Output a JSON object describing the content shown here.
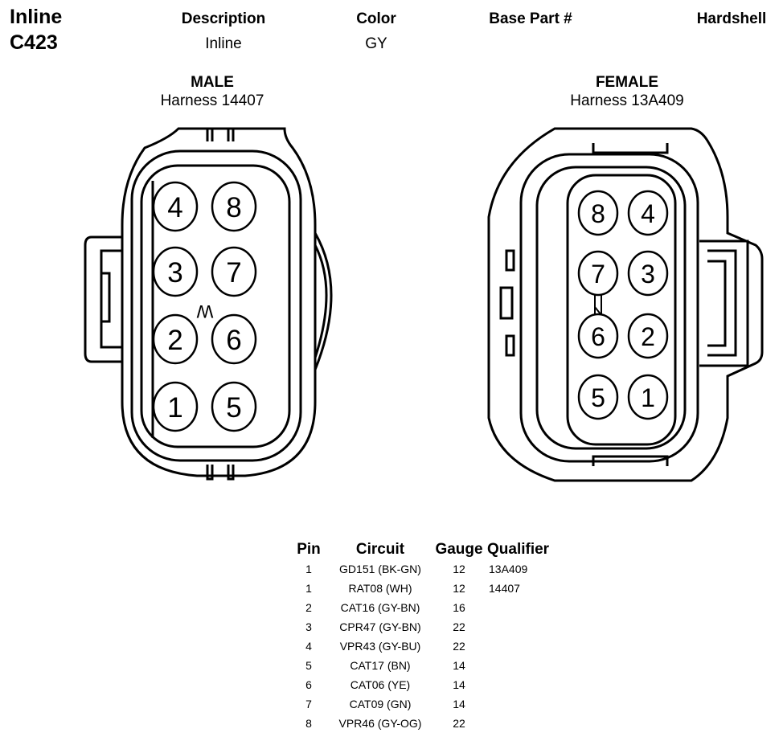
{
  "header": {
    "title_line1": "Inline",
    "title_line2": "C423",
    "description_label": "Description",
    "description_value": "Inline",
    "color_label": "Color",
    "color_value": "GY",
    "base_part_label": "Base Part #",
    "hardshell_label": "Hardshell"
  },
  "male": {
    "title": "MALE",
    "harness": "Harness 14407",
    "marker": "W",
    "pins": [
      {
        "n": "4"
      },
      {
        "n": "8"
      },
      {
        "n": "3"
      },
      {
        "n": "7"
      },
      {
        "n": "2"
      },
      {
        "n": "6"
      },
      {
        "n": "1"
      },
      {
        "n": "5"
      }
    ]
  },
  "female": {
    "title": "FEMALE",
    "harness": "Harness 13A409",
    "pins": [
      {
        "n": "8"
      },
      {
        "n": "4"
      },
      {
        "n": "7"
      },
      {
        "n": "3"
      },
      {
        "n": "6"
      },
      {
        "n": "2"
      },
      {
        "n": "5"
      },
      {
        "n": "1"
      }
    ]
  },
  "table": {
    "headers": {
      "pin": "Pin",
      "circuit": "Circuit",
      "gauge": "Gauge",
      "qualifier": "Qualifier"
    },
    "rows": [
      {
        "pin": "1",
        "circuit": "GD151 (BK-GN)",
        "gauge": "12",
        "qualifier": "13A409"
      },
      {
        "pin": "1",
        "circuit": "RAT08 (WH)",
        "gauge": "12",
        "qualifier": "14407"
      },
      {
        "pin": "2",
        "circuit": "CAT16 (GY-BN)",
        "gauge": "16",
        "qualifier": ""
      },
      {
        "pin": "3",
        "circuit": "CPR47 (GY-BN)",
        "gauge": "22",
        "qualifier": ""
      },
      {
        "pin": "4",
        "circuit": "VPR43 (GY-BU)",
        "gauge": "22",
        "qualifier": ""
      },
      {
        "pin": "5",
        "circuit": "CAT17 (BN)",
        "gauge": "14",
        "qualifier": ""
      },
      {
        "pin": "6",
        "circuit": "CAT06 (YE)",
        "gauge": "14",
        "qualifier": ""
      },
      {
        "pin": "7",
        "circuit": "CAT09 (GN)",
        "gauge": "14",
        "qualifier": ""
      },
      {
        "pin": "8",
        "circuit": "VPR46 (GY-OG)",
        "gauge": "22",
        "qualifier": ""
      }
    ]
  }
}
